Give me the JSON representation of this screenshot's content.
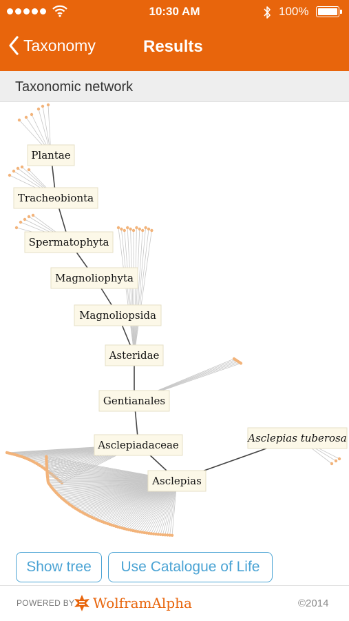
{
  "status": {
    "time": "10:30 AM",
    "battery": "100%"
  },
  "nav": {
    "back_label": "Taxonomy",
    "title": "Results"
  },
  "section": {
    "title": "Taxonomic network"
  },
  "network": {
    "nodes": [
      {
        "label": "Plantae",
        "italic": false
      },
      {
        "label": "Tracheobionta",
        "italic": false
      },
      {
        "label": "Spermatophyta",
        "italic": false
      },
      {
        "label": "Magnoliophyta",
        "italic": false
      },
      {
        "label": "Magnoliopsida",
        "italic": false
      },
      {
        "label": "Asteridae",
        "italic": false
      },
      {
        "label": "Gentianales",
        "italic": false
      },
      {
        "label": "Asclepiadaceae",
        "italic": false
      },
      {
        "label": "Asclepias",
        "italic": false
      },
      {
        "label": "Asclepias tuberosa",
        "italic": true
      }
    ],
    "colors": {
      "leaf": "#f2b37a",
      "edge": "#c7c7c7",
      "trunk": "#444444",
      "label_bg": "#fcf8e8",
      "label_border": "#e6dfc6"
    }
  },
  "buttons": {
    "show_tree": "Show tree",
    "catalogue": "Use Catalogue of Life"
  },
  "footer": {
    "powered_by": "POWERED BY",
    "brand": "WolframAlpha",
    "copyright": "©2014"
  },
  "colors": {
    "accent": "#e8650c",
    "link": "#4aa3d4"
  }
}
